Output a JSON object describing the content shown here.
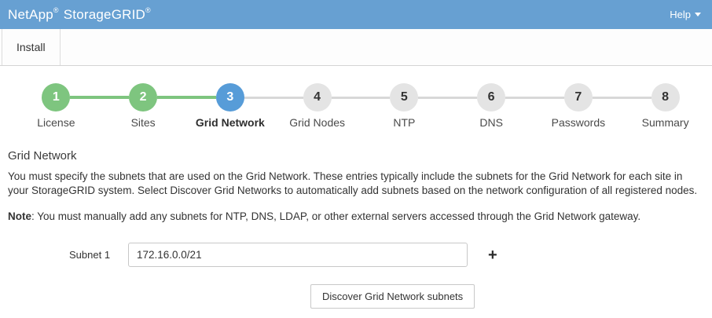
{
  "header": {
    "brand": {
      "name": "NetApp",
      "product": "StorageGRID",
      "reg": "®"
    },
    "help_label": "Help"
  },
  "tabs": {
    "install": {
      "label": "Install",
      "active": true
    }
  },
  "stepper": {
    "steps": [
      {
        "number": "1",
        "label": "License",
        "state": "complete"
      },
      {
        "number": "2",
        "label": "Sites",
        "state": "complete"
      },
      {
        "number": "3",
        "label": "Grid Network",
        "state": "current"
      },
      {
        "number": "4",
        "label": "Grid Nodes",
        "state": "pending"
      },
      {
        "number": "5",
        "label": "NTP",
        "state": "pending"
      },
      {
        "number": "6",
        "label": "DNS",
        "state": "pending"
      },
      {
        "number": "7",
        "label": "Passwords",
        "state": "pending"
      },
      {
        "number": "8",
        "label": "Summary",
        "state": "pending"
      }
    ],
    "colors": {
      "complete": "#7ec57f",
      "current": "#579cd8",
      "pending": "#e4e4e4",
      "connector_done": "#7ec57f",
      "connector_pending": "#d8d8d8"
    }
  },
  "main": {
    "title": "Grid Network",
    "description": "You must specify the subnets that are used on the Grid Network. These entries typically include the subnets for the Grid Network for each site in your StorageGRID system. Select Discover Grid Networks to automatically add subnets based on the network configuration of all registered nodes.",
    "note_label": "Note",
    "note_text": ": You must manually add any subnets for NTP, DNS, LDAP, or other external servers accessed through the Grid Network gateway.",
    "form": {
      "subnet_label": "Subnet 1",
      "subnet_value": "172.16.0.0/21",
      "add_button": "+",
      "discover_button": "Discover Grid Network subnets"
    }
  },
  "colors": {
    "header_bg": "#67a0d2",
    "header_text": "#ffffff"
  }
}
